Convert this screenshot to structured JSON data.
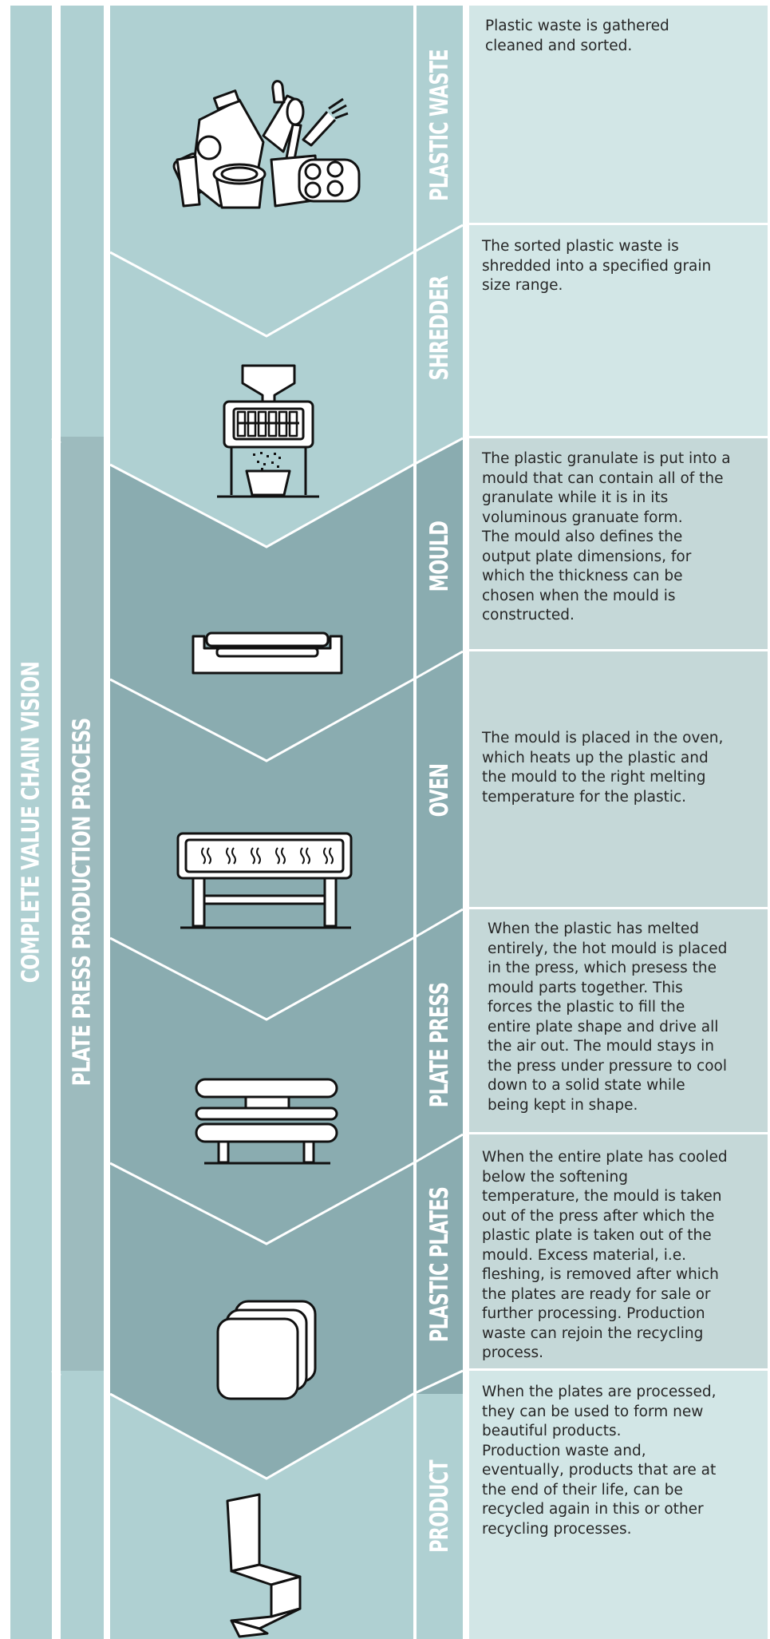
{
  "labels": {
    "vision": "COMPLETE VALUE CHAIN VISION",
    "process": "PLATE PRESS PRODUCTION PROCESS"
  },
  "steps": [
    {
      "label": "PLASTIC WASTE",
      "icon": "plastic-waste-icon",
      "text": "Plastic waste is gathered\ncleaned and sorted."
    },
    {
      "label": "SHREDDER",
      "icon": "shredder-icon",
      "text": "The sorted plastic waste is\nshredded into a specified grain\nsize range."
    },
    {
      "label": "MOULD",
      "icon": "mould-icon",
      "text": "The plastic granulate is put into a\nmould that can contain all of the\ngranulate while it is in its\nvoluminous granuate form.\nThe mould also defines the\noutput plate dimensions, for\nwhich the thickness can be\nchosen when the mould is\nconstructed."
    },
    {
      "label": "OVEN",
      "icon": "oven-icon",
      "text": "The mould is placed in the oven,\nwhich heats up the plastic and\nthe mould to the right melting\ntemperature for the plastic."
    },
    {
      "label": "PLATE PRESS",
      "icon": "plate-press-icon",
      "text": "When the plastic has melted\nentirely, the hot mould is placed\nin the press, which presess the\nmould parts together. This\nforces the plastic to fill the\nentire plate shape and drive all\nthe air out. The mould stays in\nthe press under pressure to cool\ndown to a solid state while\nbeing kept in shape."
    },
    {
      "label": "PLASTIC PLATES",
      "icon": "plastic-plates-icon",
      "text": "When the entire plate has cooled\nbelow the softening\ntemperature,  the mould is taken\nout of the press after which the\nplastic plate is taken out of the\nmould. Excess material, i.e.\nfleshing, is removed after which\nthe plates are ready for sale or\nfurther processing. Production\nwaste can rejoin the recycling\nprocess."
    },
    {
      "label": "PRODUCT",
      "icon": "chair-product-icon",
      "text": "When the plates are processed,\nthey can be used to form new\nbeautiful products.\nProduction waste and,\neventually, products that are at\nthe end of their life, can be\nrecycled again in this or other\nrecycling processes."
    }
  ],
  "colors": {
    "light": "#afd0d2",
    "panel_light": "#d2e6e6",
    "dark": "#8aacb0",
    "panel_dark": "#c5d8d8",
    "process_bar": "#9dbbbe"
  }
}
